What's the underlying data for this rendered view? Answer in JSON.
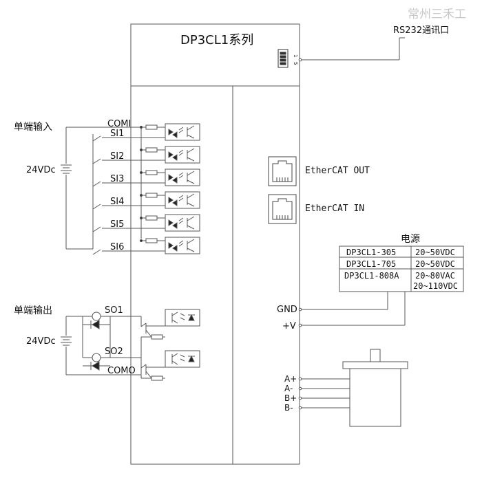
{
  "watermark": "常州三禾工",
  "device": {
    "title": "DP3CL1系列",
    "switch_pin_1": "1",
    "switch_pin_5": "5"
  },
  "rs232": {
    "label": "RS232通讯口"
  },
  "ethercat": {
    "out_label": "EtherCAT OUT",
    "in_label": "EtherCAT IN"
  },
  "inputs": {
    "section_label": "单端输入",
    "supply_label": "24VDc",
    "common_label": "COMI",
    "channels": [
      "SI1",
      "SI2",
      "SI3",
      "SI4",
      "SI5",
      "SI6"
    ]
  },
  "outputs": {
    "section_label": "单端输出",
    "supply_label": "24VDc",
    "common_label": "COMO",
    "channels": [
      "SO1",
      "SO2"
    ]
  },
  "power": {
    "title": "电源",
    "rows": [
      {
        "model": "DP3CL1-305",
        "voltage": "20~50VDC"
      },
      {
        "model": "DP3CL1-705",
        "voltage": "20~50VDC"
      },
      {
        "model": "DP3CL1-808A",
        "voltage": "20~80VAC",
        "voltage_2": "20~110VDC"
      }
    ],
    "gnd_label": "GND",
    "vplus_label": "+V"
  },
  "motor": {
    "phases": [
      "A+",
      "A-",
      "B+",
      "B-"
    ]
  }
}
